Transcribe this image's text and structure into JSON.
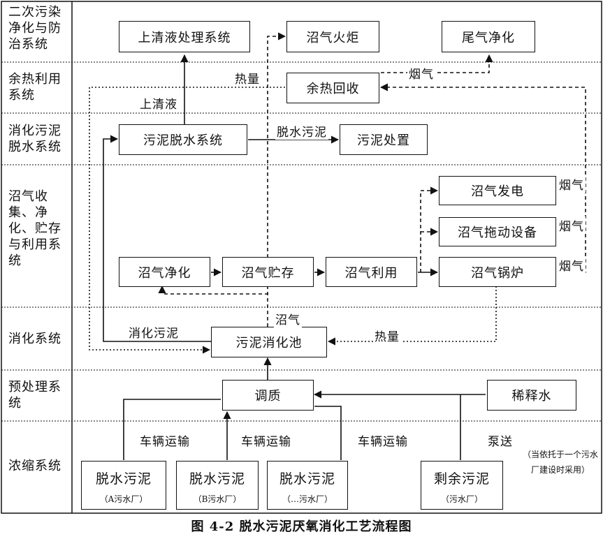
{
  "caption": "图 4-2   脱水污泥厌氧消化工艺流程图",
  "rows": [
    {
      "label": "二次污染净化与防治系统"
    },
    {
      "label": "余热利用系统"
    },
    {
      "label": "消化污泥脱水系统"
    },
    {
      "label": "沼气收集、净化、贮存与利用系统"
    },
    {
      "label": "消化系统"
    },
    {
      "label": "预处理系统"
    },
    {
      "label": "浓缩系统"
    }
  ],
  "boxes": {
    "supernatant_treatment": "上清液处理系统",
    "biogas_flare": "沼气火炬",
    "tail_gas": "尾气净化",
    "heat_recovery": "余热回收",
    "dewatering": "污泥脱水系统",
    "sludge_disposal": "污泥处置",
    "power_gen": "沼气发电",
    "drive_equipment": "沼气拖动设备",
    "boiler": "沼气锅炉",
    "purification": "沼气净化",
    "storage": "沼气贮存",
    "utilization": "沼气利用",
    "digester": "污泥消化池",
    "conditioning": "调质",
    "dilution_water": "稀释水"
  },
  "sources": [
    {
      "title": "脱水污泥",
      "sub": "（A污水厂）"
    },
    {
      "title": "脱水污泥",
      "sub": "（B污水厂）"
    },
    {
      "title": "脱水污泥",
      "sub": "（…污水厂）"
    },
    {
      "title": "剩余污泥",
      "sub": "（污水厂）"
    }
  ],
  "annotations": {
    "heat_top": "热量",
    "flue_top": "烟气",
    "supernatant": "上清液",
    "dewatered_sludge": "脱水污泥",
    "flue1": "烟气",
    "flue2": "烟气",
    "flue3": "烟气",
    "biogas": "沼气",
    "digested_sludge": "消化污泥",
    "heat_mid": "热量",
    "truck1": "车辆运输",
    "truck2": "车辆运输",
    "truck3": "车辆运输",
    "pumping": "泵送"
  },
  "note": "（当依托于一个污水厂建设时采用）"
}
